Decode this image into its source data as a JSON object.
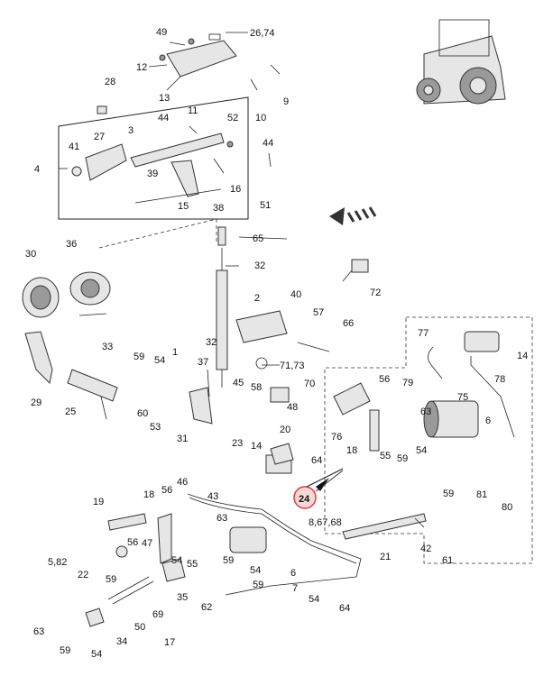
{
  "highlight": {
    "label": "24",
    "color": "#e03c3c"
  },
  "labels": {
    "l49": "49",
    "l2674": "26,74",
    "l12": "12",
    "l13": "13",
    "l9": "9",
    "l10": "10",
    "l28": "28",
    "l27": "27",
    "l3": "3",
    "l44a": "44",
    "l11": "11",
    "l52": "52",
    "l44b": "44",
    "l41": "41",
    "l4": "4",
    "l39": "39",
    "l16": "16",
    "l15": "15",
    "l38": "38",
    "l51": "51",
    "l65": "65",
    "l32a": "32",
    "l30": "30",
    "l36": "36",
    "l72": "72",
    "l2": "2",
    "l40": "40",
    "l33": "33",
    "l57": "57",
    "l66": "66",
    "l77": "77",
    "l14a": "14",
    "l29": "29",
    "l59a": "59",
    "l54a": "54",
    "l1": "1",
    "l37": "37",
    "l32b": "32",
    "l7173": "71,73",
    "l56a": "56",
    "l79": "79",
    "l78": "78",
    "l25": "25",
    "l45": "45",
    "l58": "58",
    "l70": "70",
    "l76": "76",
    "l63a": "63",
    "l75": "75",
    "l60": "60",
    "l53": "53",
    "l48": "48",
    "l18a": "18",
    "l55a": "55",
    "l59b": "59",
    "l6a": "6",
    "l54b": "54",
    "l31": "31",
    "l20": "20",
    "l23": "23",
    "l14b": "14",
    "l64a": "64",
    "l59c": "59",
    "l81": "81",
    "l80": "80",
    "l46": "46",
    "l18b": "18",
    "l56b": "56",
    "l43": "43",
    "l19": "19",
    "l866768": "8,67,68",
    "l63b": "63",
    "l582": "5,82",
    "l56c": "56",
    "l47": "47",
    "l22": "22",
    "l59d": "59",
    "l54c": "54",
    "l55b": "55",
    "l59e": "59",
    "l54d": "54",
    "l6b": "6",
    "l21": "21",
    "l42": "42",
    "l61": "61",
    "l35": "35",
    "l59f": "59",
    "l7": "7",
    "l54e": "54",
    "l64b": "64",
    "l62": "62",
    "l69": "69",
    "l63c": "63",
    "l50": "50",
    "l34": "34",
    "l17": "17",
    "l59g": "59",
    "l54f": "54"
  }
}
